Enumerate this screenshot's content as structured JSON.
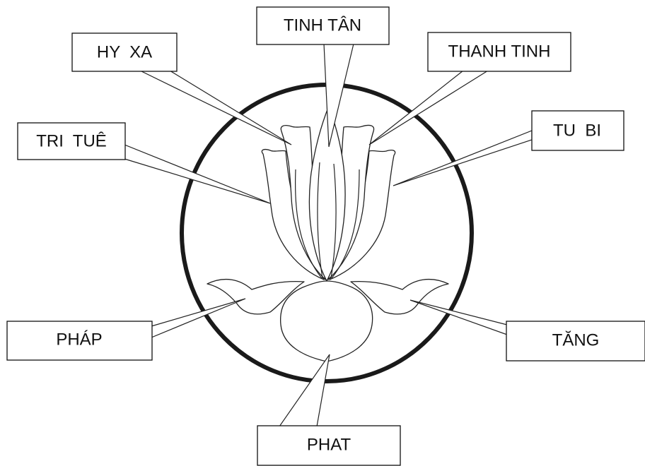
{
  "labels": {
    "tinh_tan": "TINH TÂN",
    "hy_xa": "HY  XA",
    "thanh_tinh": "THANH TINH",
    "tri_tue": "TRI  TUÊ",
    "tu_bi": "TU  BI",
    "phap": "PHÁP",
    "tang": "TĂNG",
    "phat": "PHAT"
  },
  "colors": {
    "ink": "#111111",
    "background": "#ffffff"
  }
}
